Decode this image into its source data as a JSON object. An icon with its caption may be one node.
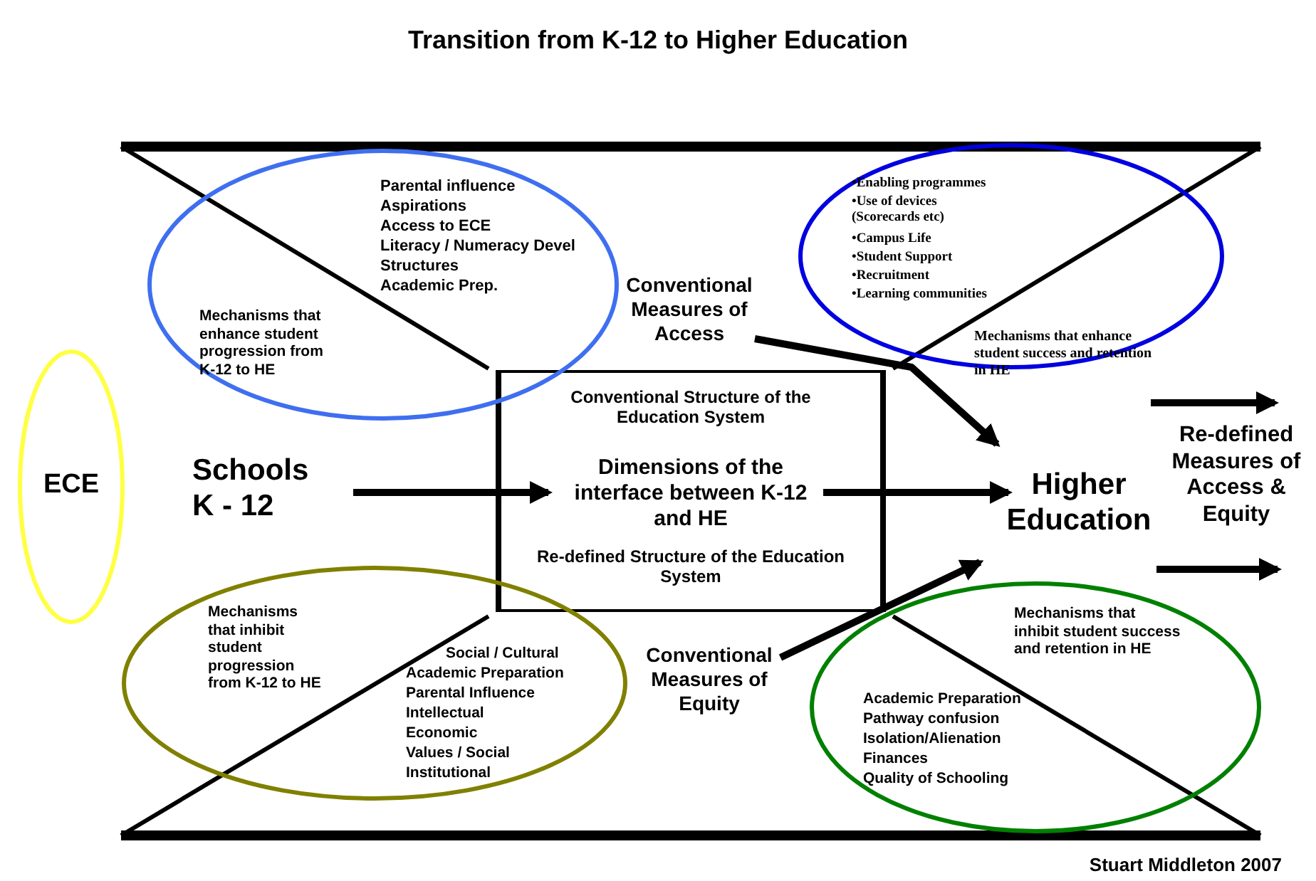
{
  "diagram": {
    "title": "Transition from K-12 to Higher Education",
    "nodes": [
      {
        "text": [
          "ECE"
        ]
      },
      {
        "text": [
          "Schools K - 12"
        ]
      },
      {
        "text": [
          "Conventional Structure of the Education System",
          "Dimensions of the interface between K-12 and HE",
          "Re-defined Structure of the Education System"
        ]
      },
      {
        "text": [
          "Higher Education"
        ]
      },
      {
        "text": [
          "Re-defined Measures of Access & Equity"
        ]
      },
      {
        "text": [
          "Conventional Measures of Access"
        ]
      },
      {
        "text": [
          "Conventional Measures of Equity"
        ]
      },
      {
        "text": [
          "Parental influence",
          "Aspirations",
          "Access to ECE",
          "Literacy / Numeracy Devel",
          "Structures",
          "Academic Prep.",
          "Mechanisms that enhance student progression from K-12 to HE"
        ]
      },
      {
        "text": [
          "•Enabling programmes",
          "•Use of devices (Scorecards etc)",
          "•Campus Life",
          "•Student Support",
          "•Recruitment",
          "•Learning communities",
          "Mechanisms that enhance student success and retention in HE"
        ]
      },
      {
        "text": [
          "Mechanisms that inhibit student progression from K-12 to HE",
          "Social / Cultural",
          "Academic Preparation",
          "Parental Influence",
          "Intellectual",
          "Economic",
          "Values / Social",
          "Institutional"
        ]
      },
      {
        "text": [
          "Mechanisms that inhibit student success and retention in HE",
          "Academic Preparation",
          "Pathway confusion",
          "Isolation/Alienation",
          "Finances",
          "Quality of Schooling"
        ]
      }
    ],
    "edges": [
      {
        "from": 1,
        "to": 2,
        "arrow": "to"
      },
      {
        "from": 2,
        "to": 3,
        "arrow": "to"
      },
      {
        "from": 5,
        "to": 3,
        "arrow": "to"
      },
      {
        "from": 6,
        "to": 3,
        "arrow": "to"
      },
      {
        "from": null,
        "to": 4,
        "arrow": "to"
      },
      {
        "from": null,
        "to": 4,
        "arrow": "to"
      }
    ],
    "labels": [
      "Stuart Middleton 2007"
    ]
  }
}
